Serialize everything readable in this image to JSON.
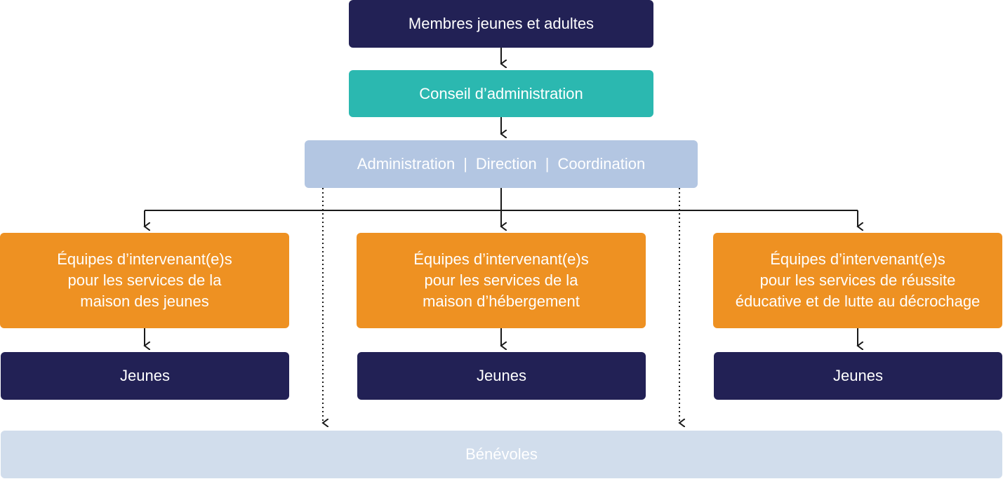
{
  "members": {
    "label": "Membres jeunes et adultes"
  },
  "board": {
    "label": "Conseil d’administration"
  },
  "admin": {
    "parts": [
      "Administration",
      "Direction",
      "Coordination"
    ],
    "separator": "|"
  },
  "teams": [
    {
      "lines": [
        "Équipes d’intervenant(e)s",
        "pour les services de la",
        "maison des jeunes"
      ]
    },
    {
      "lines": [
        "Équipes d’intervenant(e)s",
        "pour les services de la",
        "maison d’hébergement"
      ]
    },
    {
      "lines": [
        "Équipes d’intervenant(e)s",
        "pour les services de réussite",
        "éducative et de lutte au décrochage"
      ]
    }
  ],
  "youth": [
    {
      "label": "Jeunes"
    },
    {
      "label": "Jeunes"
    },
    {
      "label": "Jeunes"
    }
  ],
  "volunteers": {
    "label": "Bénévoles"
  },
  "colors": {
    "navy": "#222155",
    "teal": "#2bb8b0",
    "admin_box": "#b3c6e2",
    "orange": "#ee9122",
    "volunteers_box": "#d1ddec",
    "connector": "#1a1a1a"
  }
}
